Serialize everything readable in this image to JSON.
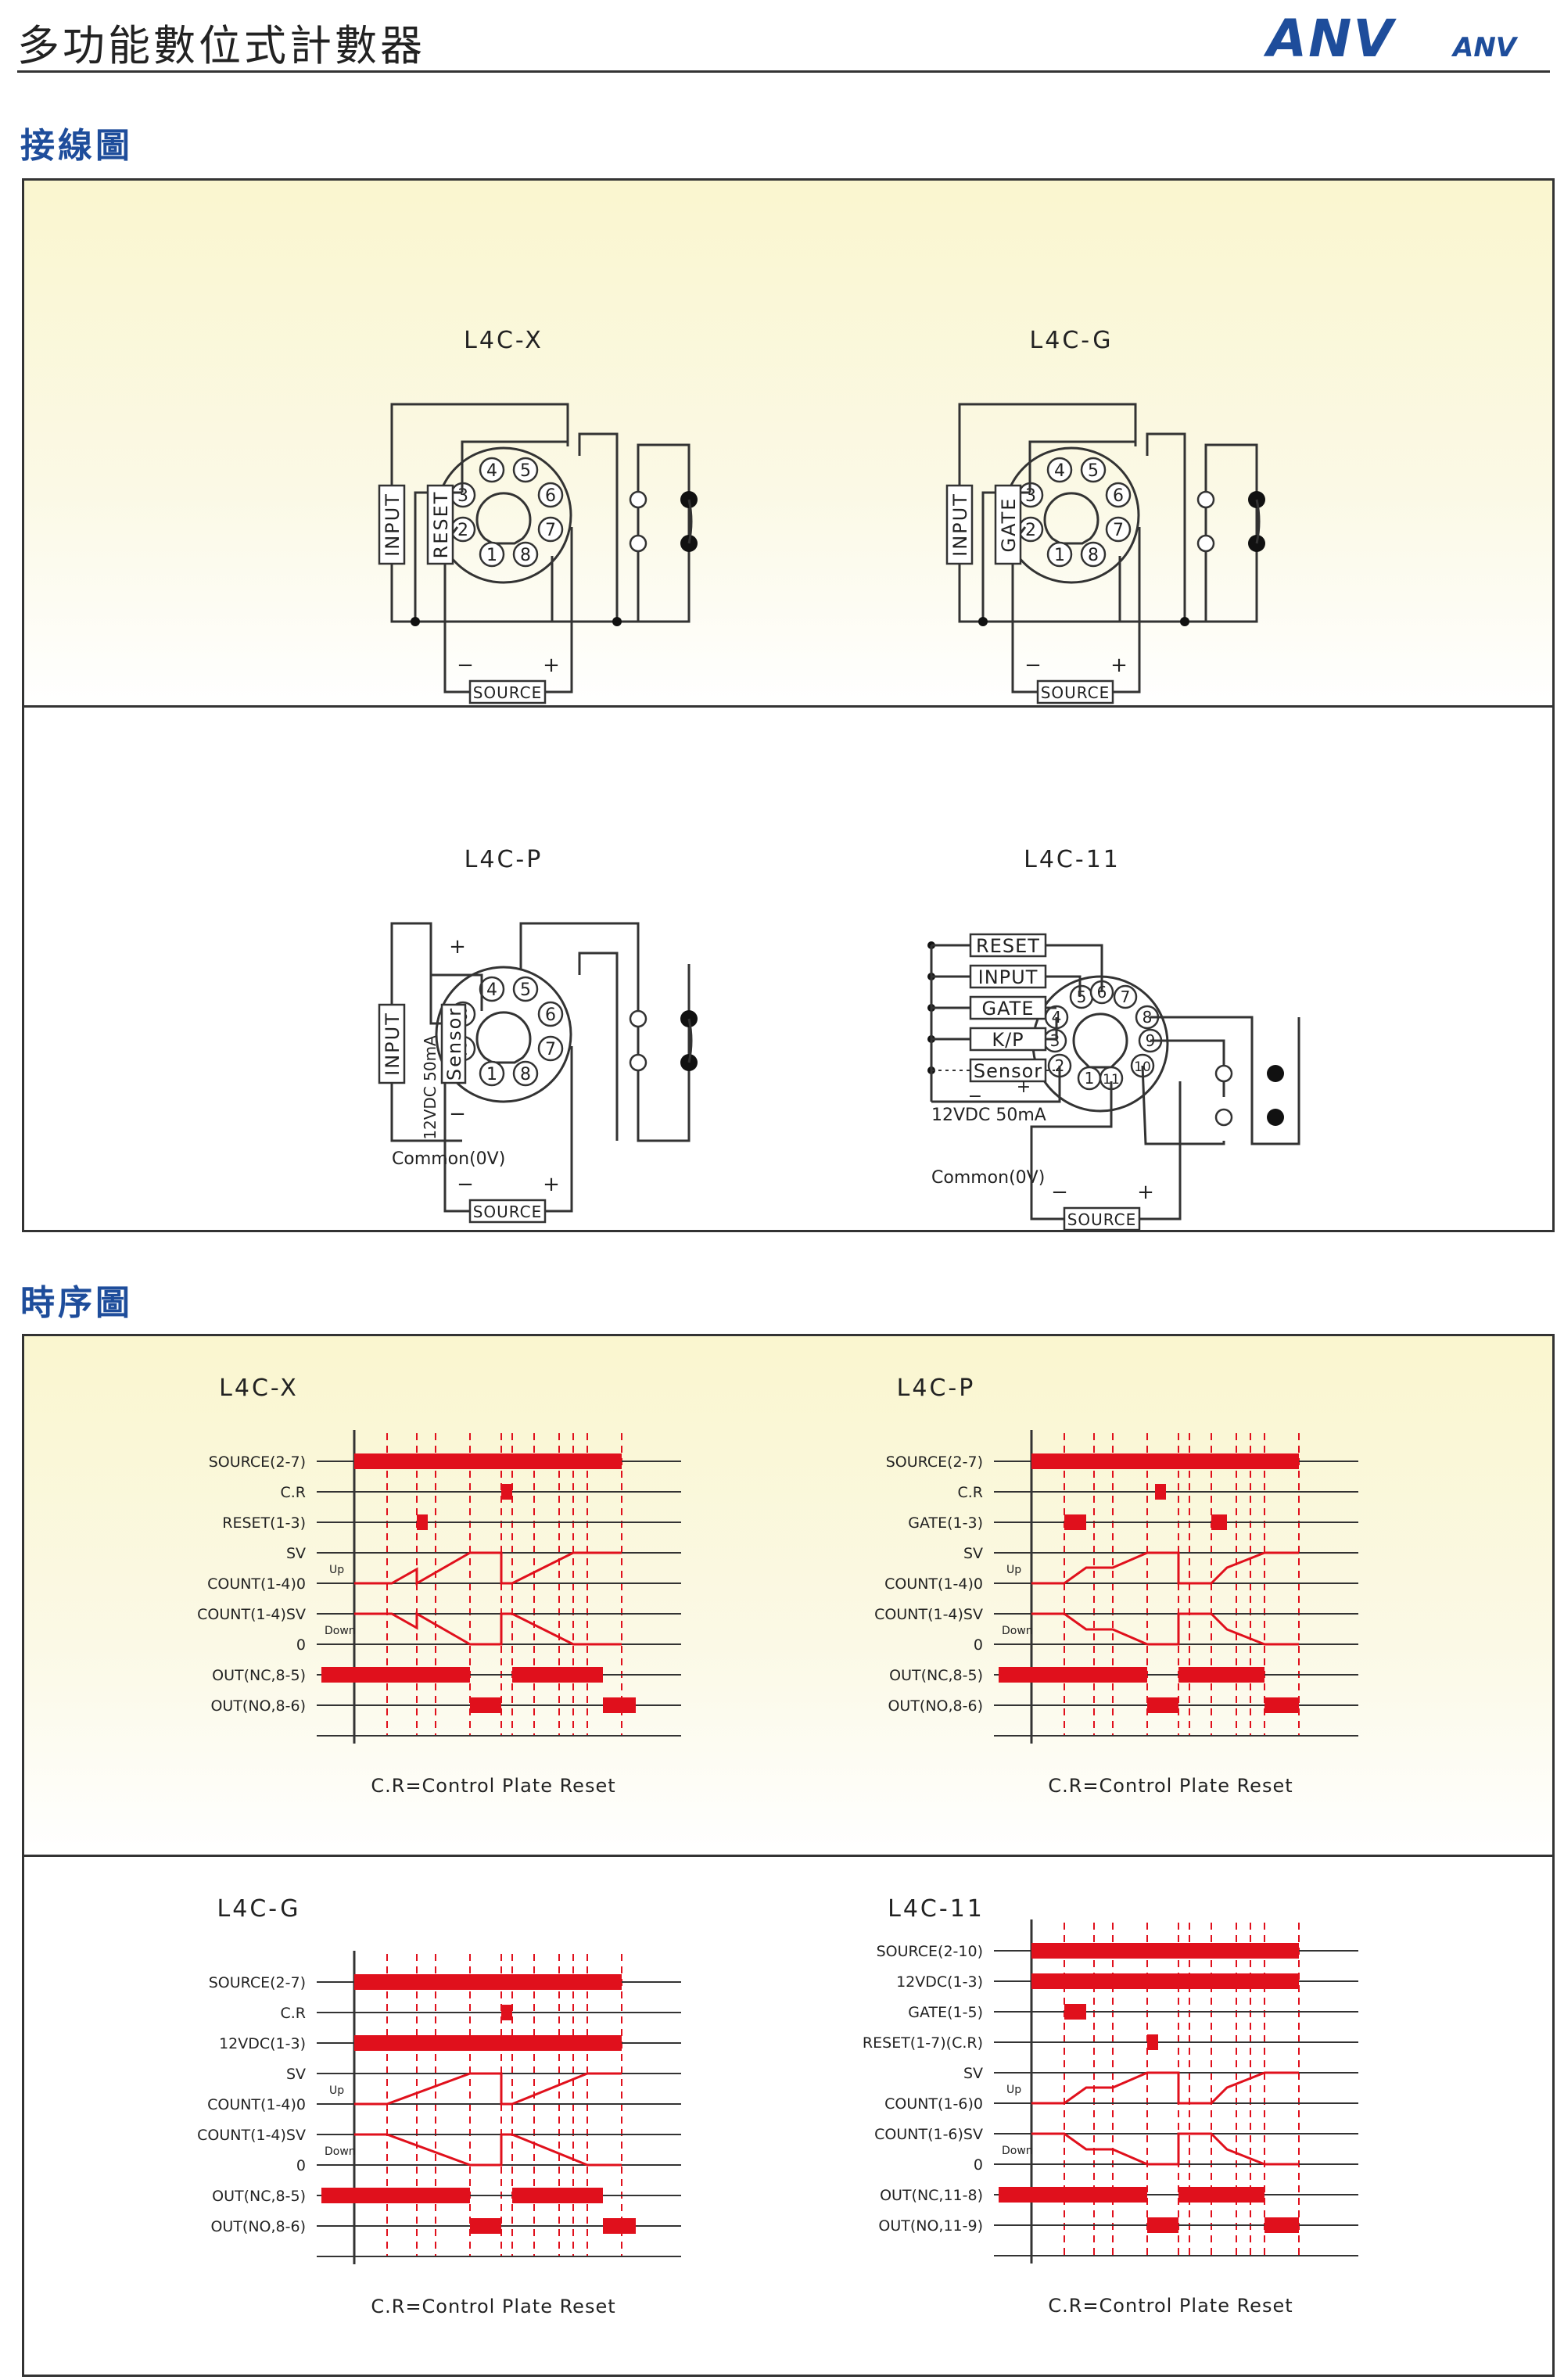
{
  "header": {
    "title": "多功能數位式計數器",
    "logo_big": "ANV",
    "logo_small": "ANV"
  },
  "sections": {
    "wiring": "接線圖",
    "timing": "時序圖"
  },
  "wiring": {
    "diagrams": [
      {
        "model": "L4C-X",
        "left_label": "INPUT",
        "right_label": "RESET",
        "source": "SOURCE",
        "minus": "−",
        "plus": "+"
      },
      {
        "model": "L4C-G",
        "left_label": "INPUT",
        "right_label": "GATE",
        "source": "SOURCE",
        "minus": "−",
        "plus": "+"
      },
      {
        "model": "L4C-P",
        "left_label": "INPUT",
        "power_label": "12VDC 50mA",
        "right_label": "Sensor",
        "common": "Common(0V)",
        "source": "SOURCE",
        "minus": "−",
        "plus": "+"
      },
      {
        "model": "L4C-11",
        "inputs": [
          "RESET",
          "INPUT",
          "GATE",
          "K/P",
          "Sensor"
        ],
        "power_label": "12VDC 50mA",
        "common": "Common(0V)",
        "source": "SOURCE",
        "minus": "−",
        "plus": "+"
      }
    ],
    "pins8": [
      "1",
      "2",
      "3",
      "4",
      "5",
      "6",
      "7",
      "8"
    ],
    "pins11": [
      "1",
      "2",
      "3",
      "4",
      "5",
      "6",
      "7",
      "8",
      "9",
      "10",
      "11"
    ]
  },
  "timing": {
    "footnote": "C.R=Control Plate Reset",
    "up": "Up",
    "down": "Down",
    "charts": [
      {
        "model": "L4C-X",
        "rows": [
          "SOURCE(2-7)",
          "C.R",
          "RESET(1-3)",
          "SV",
          "COUNT(1-4)0",
          "COUNT(1-4)SV",
          "0",
          "OUT(NC,8-5)",
          "OUT(NO,8-6)"
        ]
      },
      {
        "model": "L4C-P",
        "rows": [
          "SOURCE(2-7)",
          "C.R",
          "GATE(1-3)",
          "SV",
          "COUNT(1-4)0",
          "COUNT(1-4)SV",
          "0",
          "OUT(NC,8-5)",
          "OUT(NO,8-6)"
        ]
      },
      {
        "model": "L4C-G",
        "rows": [
          "SOURCE(2-7)",
          "C.R",
          "12VDC(1-3)",
          "SV",
          "COUNT(1-4)0",
          "COUNT(1-4)SV",
          "0",
          "OUT(NC,8-5)",
          "OUT(NO,8-6)"
        ]
      },
      {
        "model": "L4C-11",
        "rows": [
          "SOURCE(2-10)",
          "12VDC(1-3)",
          "GATE(1-5)",
          "RESET(1-7)(C.R)",
          "SV",
          "COUNT(1-6)0",
          "COUNT(1-6)SV",
          "0",
          "OUT(NC,11-8)",
          "OUT(NO,11-9)"
        ]
      }
    ]
  },
  "colors": {
    "accent": "#1e4d9b",
    "signal": "#e0101c",
    "line": "#333333"
  }
}
